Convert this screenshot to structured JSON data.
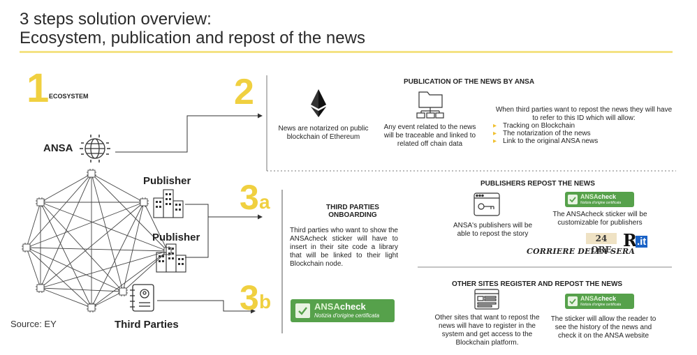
{
  "header": {
    "title_line1": "3 steps solution overview:",
    "title_line2": "Ecosystem, publication and repost of the news"
  },
  "step1": {
    "number": "1",
    "label": "ECOSYSTEM",
    "ansa_label": "ANSA",
    "publisher_label_1": "Publisher",
    "publisher_label_2": "Publisher",
    "third_parties_label": "Third Parties"
  },
  "step2": {
    "number": "2",
    "title": "PUBLICATION OF THE NEWS BY ANSA",
    "ethereum_text": "News are notarized on public blockchain of Ethereum",
    "event_text": "Any event related to the news will be traceable and linked to related off chain data",
    "repost_intro": "When third parties want to repost the news they will have to refer to this ID which will allow:",
    "bullets": [
      "Tracking on Blockchain",
      "The notarization of the news",
      "Link to the original ANSA news"
    ]
  },
  "step3a": {
    "number": "3",
    "suffix": "a",
    "title": "THIRD PARTIES ONBOARDING",
    "text": "Third parties who want to show the ANSAcheck sticker will have to insert in their site code a library that will be linked to their light Blockchain node.",
    "publishers_title": "PUBLISHERS REPOST THE NEWS",
    "publishers_text": "ANSA's publishers will be able to repost the story",
    "sticker_text": "The ANSAcheck sticker will be customizable for publishers",
    "publisher_logos": {
      "corriere": "CORRIERE DELLA SERA",
      "sole": "24 ORE",
      "repubblica": "R",
      "repubblica_suffix": ".it"
    }
  },
  "step3b": {
    "number": "3",
    "suffix": "b",
    "title": "OTHER SITES REGISTER AND REPOST THE NEWS",
    "other_text": "Other sites that want to repost the news will have to register in the system and get access to the Blockchain platform.",
    "allow_text": "The sticker will allow the reader to see the history of the news and check it on the ANSA website"
  },
  "badge": {
    "name_upper": "ANSA",
    "name_lower": "check",
    "subtitle": "Notizia d'origine certificata"
  },
  "footer": {
    "source": "Source: EY"
  },
  "colors": {
    "accent_yellow": "#f0d040",
    "badge_green": "#56a14b",
    "title_rule": "#f4e283"
  }
}
